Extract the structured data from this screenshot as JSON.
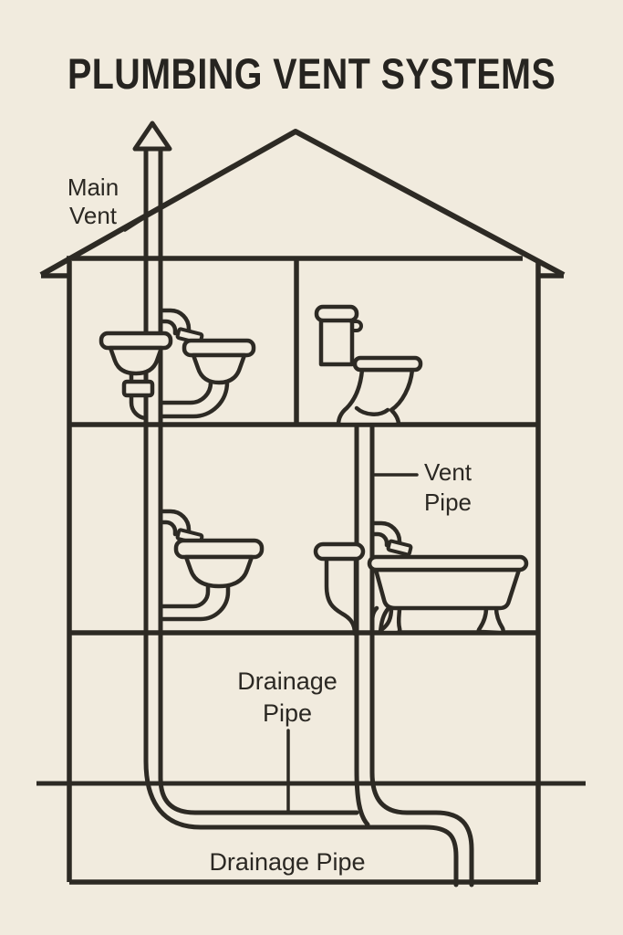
{
  "title": "PLUMBING VENT SYSTEMS",
  "labels": {
    "main_vent": {
      "line1": "Main",
      "line2": "Vent"
    },
    "vent_pipe": {
      "line1": "Vent",
      "line2": "Pipe"
    },
    "drainage_pipe_upper": {
      "line1": "Drainage",
      "line2": "Pipe"
    },
    "drainage_pipe_lower": {
      "text": "Drainage Pipe"
    }
  },
  "colors": {
    "background": "#f1ebde",
    "line": "#2d2a24",
    "text": "#2b2823"
  },
  "icons": [
    "up-arrow-vent-icon",
    "faucet-icon",
    "sink-icon",
    "toilet-icon",
    "standpipe-icon",
    "bathtub-icon"
  ]
}
